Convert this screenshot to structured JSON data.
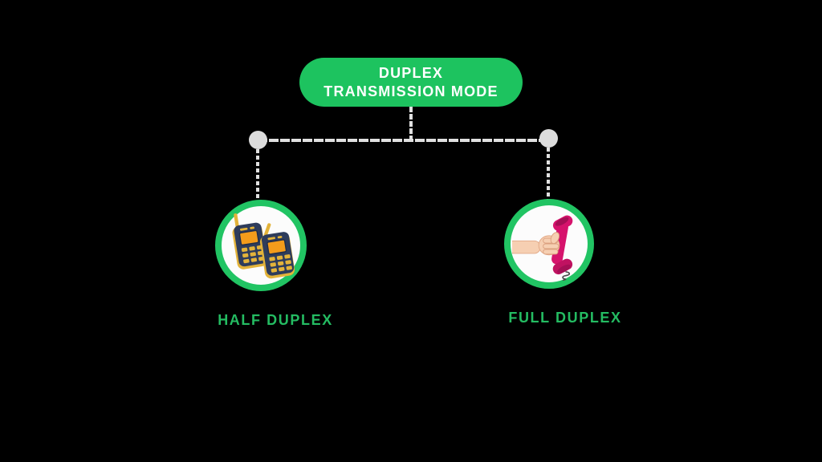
{
  "diagram": {
    "title": "DUPLEX TRANSMISSION MODE",
    "nodes": [
      {
        "label": "HALF DUPLEX",
        "icon": "walkie-talkies-icon"
      },
      {
        "label": "FULL DUPLEX",
        "icon": "telephone-in-hand-icon"
      }
    ],
    "colors": {
      "background": "#000000",
      "node_green": "#1DC35F",
      "ring_green": "#21C463",
      "label_green": "#24BC62",
      "title_text": "#FFFFFF",
      "connector_gray": "#E0E0E0",
      "dot_gray": "#DCDCDC",
      "circle_fill": "#FCFCFC"
    }
  }
}
